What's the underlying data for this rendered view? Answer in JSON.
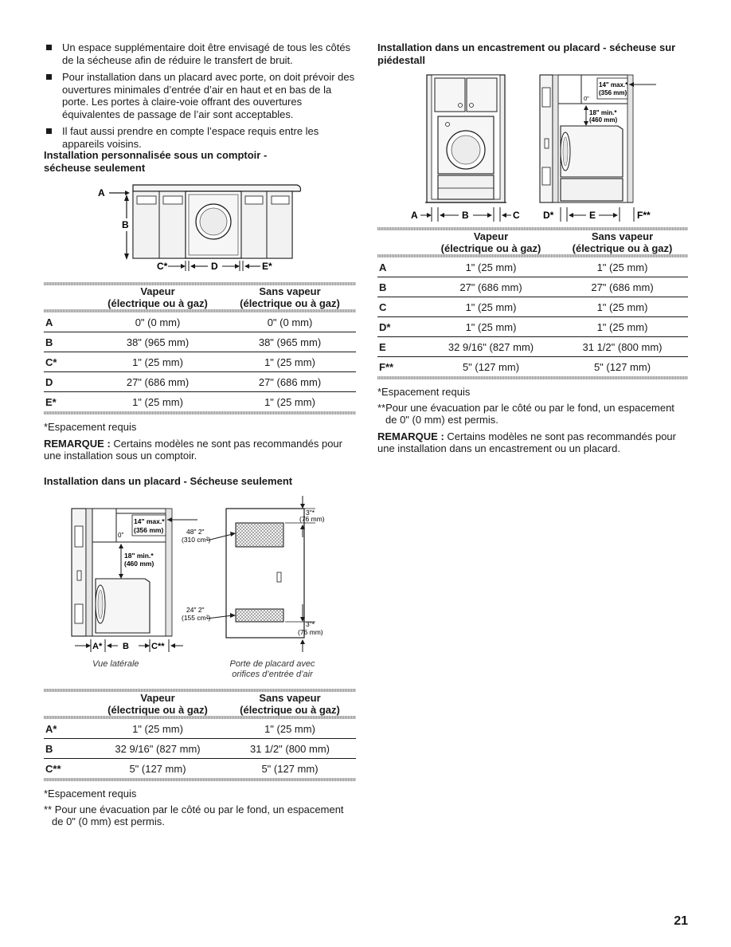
{
  "left": {
    "bullets": [
      "Un espace supplémentaire doit être envisagé de tous les côtés de la sécheuse afin de réduire le transfert de bruit.",
      "Pour installation dans un placard avec porte, on doit prévoir des ouvertures minimales d’entrée d’air en haut et en bas de la porte. Les portes à claire-voie offrant des ouvertures équivalentes de passage de l’air sont acceptables.",
      "Il faut aussi prendre en compte l’espace requis entre les appareils voisins."
    ],
    "section1": {
      "heading_l1": "Installation personnalisée sous un comptoir -",
      "heading_l2": "sécheuse seulement",
      "diagram_labels": {
        "a": "A",
        "b": "B",
        "c": "C*",
        "d": "D",
        "e": "E*"
      },
      "table": {
        "col1_l1": "Vapeur",
        "col1_l2": "(électrique ou à gaz)",
        "col2_l1": "Sans vapeur",
        "col2_l2": "(électrique ou à gaz)",
        "rows": [
          {
            "key": "A",
            "v1": "0\" (0 mm)",
            "v2": "0\" (0 mm)"
          },
          {
            "key": "B",
            "v1": "38\" (965 mm)",
            "v2": "38\" (965 mm)"
          },
          {
            "key": "C*",
            "v1": "1\" (25 mm)",
            "v2": "1\" (25 mm)"
          },
          {
            "key": "D",
            "v1": "27\" (686 mm)",
            "v2": "27\" (686 mm)"
          },
          {
            "key": "E*",
            "v1": "1\" (25 mm)",
            "v2": "1\" (25 mm)"
          }
        ]
      },
      "footnote": "*Espacement requis",
      "remark_label": "REMARQUE :",
      "remark_text": " Certains modèles ne sont pas recommandés pour une installation sous un comptoir."
    },
    "section2": {
      "heading": "Installation dans un placard - Sécheuse seulement",
      "diagram_labels": {
        "max14": "14\" max.*",
        "max14mm": "(356 mm)",
        "zero": "0\"",
        "min18": "18\" min.*",
        "min18mm": "(460 mm)",
        "a": "A*",
        "b": "B",
        "c": "C**",
        "area48": "48\" 2\"",
        "area48mm": "(310 cm²)",
        "area24": "24\" 2\"",
        "area24mm": "(155 cm²)",
        "top3": "3\"*",
        "top3mm": "(76 mm)",
        "bot3": "3\"*",
        "bot3mm": "(76 mm)"
      },
      "caption_left": "Vue latérale",
      "caption_right_l1": "Porte de placard avec",
      "caption_right_l2": "orifices d’entrée d’air",
      "table": {
        "col1_l1": "Vapeur",
        "col1_l2": "(électrique ou à gaz)",
        "col2_l1": "Sans vapeur",
        "col2_l2": "(électrique ou à gaz)",
        "rows": [
          {
            "key": "A*",
            "v1": "1\" (25 mm)",
            "v2": "1\" (25 mm)"
          },
          {
            "key": "B",
            "v1": "32 9/16\" (827 mm)",
            "v2": "31 1/2\" (800 mm)"
          },
          {
            "key": "C**",
            "v1": "5\" (127 mm)",
            "v2": "5\" (127 mm)"
          }
        ]
      },
      "footnote1": "*Espacement requis",
      "footnote2": "** Pour une évacuation par le côté ou par le fond, un espacement de 0\" (0 mm) est permis."
    }
  },
  "right": {
    "section3": {
      "heading_l1": "Installation dans un encastrement ou placard - sécheuse sur",
      "heading_l2": "piédestall",
      "diagram_labels": {
        "max14": "14\" max.*",
        "max14mm": "(356 mm)",
        "zero": "0\"",
        "min18": "18\" min.*",
        "min18mm": "(460 mm)",
        "a": "A",
        "b": "B",
        "c": "C",
        "d": "D*",
        "e": "E",
        "f": "F**"
      },
      "table": {
        "col1_l1": "Vapeur",
        "col1_l2": "(électrique ou à gaz)",
        "col2_l1": "Sans vapeur",
        "col2_l2": "(électrique ou à gaz)",
        "rows": [
          {
            "key": "A",
            "v1": "1\" (25 mm)",
            "v2": "1\" (25 mm)"
          },
          {
            "key": "B",
            "v1": "27\" (686 mm)",
            "v2": "27\" (686 mm)"
          },
          {
            "key": "C",
            "v1": "1\" (25 mm)",
            "v2": "1\" (25 mm)"
          },
          {
            "key": "D*",
            "v1": "1\" (25 mm)",
            "v2": "1\" (25 mm)"
          },
          {
            "key": "E",
            "v1": "32 9/16\" (827 mm)",
            "v2": "31 1/2\" (800 mm)"
          },
          {
            "key": "F**",
            "v1": "5\" (127 mm)",
            "v2": "5\" (127 mm)"
          }
        ]
      },
      "footnote1": "*Espacement requis",
      "footnote2": "**Pour une évacuation par le côté ou par le fond, un espacement de 0\" (0 mm) est permis.",
      "remark_label": "REMARQUE :",
      "remark_text": " Certains modèles ne sont pas recommandés pour une installation dans un encastrement ou un placard."
    }
  },
  "page_number": "21"
}
